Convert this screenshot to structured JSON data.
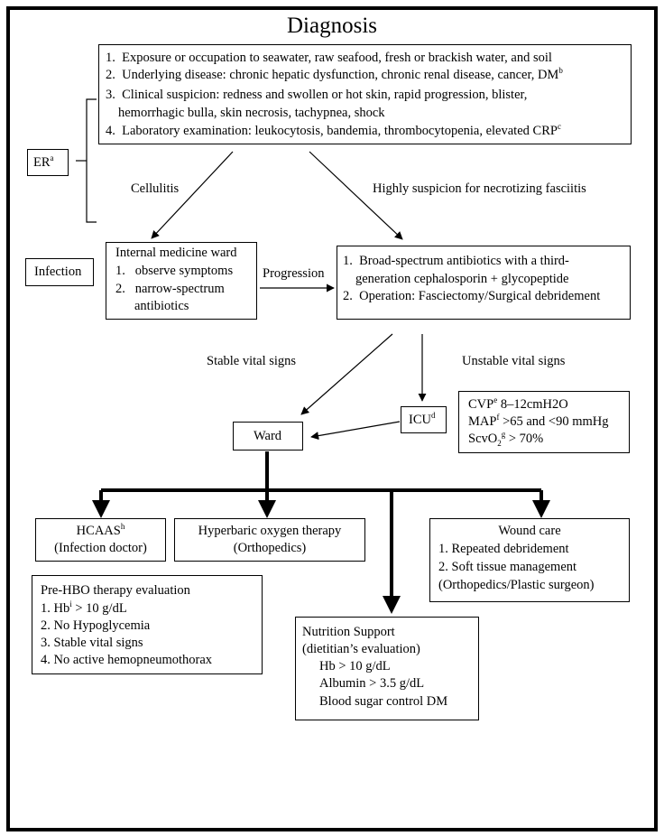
{
  "title": "Diagnosis",
  "er": {
    "label": "ER",
    "sup": "a"
  },
  "criteria": {
    "items": [
      {
        "num": "1.",
        "text": "Exposure or occupation to seawater, raw seafood, fresh or brackish water, and soil"
      },
      {
        "num": "2.",
        "text": "Underlying disease: chronic hepatic dysfunction, chronic renal disease, cancer, DM",
        "sup": "b"
      },
      {
        "num": "3.",
        "text": "Clinical suspicion: redness and swollen or hot skin, rapid progression, blister,",
        "cont": "hemorrhagic bulla, skin necrosis, tachypnea, shock"
      },
      {
        "num": "4.",
        "text": "Laboratory examination: leukocytosis, bandemia, thrombocytopenia, elevated CRP",
        "sup": "c"
      }
    ]
  },
  "edges": {
    "cellulitis": "Cellulitis",
    "suspicion": "Highly suspicion for necrotizing fasciitis",
    "progression": "Progression",
    "stable": "Stable vital signs",
    "unstable": "Unstable vital signs"
  },
  "infection": "Infection",
  "internal_ward": {
    "title": "Internal medicine ward",
    "items": [
      {
        "num": "1.",
        "text": "observe symptoms"
      },
      {
        "num": "2.",
        "text": "narrow-spectrum",
        "cont": "antibiotics"
      }
    ]
  },
  "treatment": {
    "items": [
      {
        "num": "1.",
        "text": "Broad-spectrum antibiotics with a third-",
        "cont": "generation cephalosporin + glycopeptide"
      },
      {
        "num": "2.",
        "text": "Operation: Fasciectomy/Surgical debridement"
      }
    ]
  },
  "icu": {
    "label": "ICU",
    "sup": "d"
  },
  "icu_targets": {
    "cvp": {
      "label": "CVP",
      "sup": "e",
      "text": " 8–12cmH2O"
    },
    "map": {
      "label": "MAP",
      "sup": "f",
      "text": " >65 and <90 mmHg"
    },
    "scvo2": {
      "label": "ScvO",
      "sub": "2",
      "sup": "g",
      "text": " > 70%"
    }
  },
  "ward": "Ward",
  "hcaas": {
    "label": "HCAAS",
    "sup": "h",
    "line2": "(Infection doctor)"
  },
  "hbo": {
    "line1": "Hyperbaric oxygen therapy",
    "line2": "(Orthopedics)"
  },
  "wound": {
    "title": "Wound care",
    "items": [
      "1. Repeated debridement",
      "2. Soft tissue management"
    ],
    "line4": "(Orthopedics/Plastic surgeon)"
  },
  "prehbo": {
    "title": "Pre-HBO therapy evaluation",
    "item1": {
      "pre": "1.  Hb",
      "sup": "i",
      "post": " > 10 g/dL"
    },
    "items": [
      "2.  No Hypoglycemia",
      "3.  Stable vital signs",
      "4.  No active hemopneumothorax"
    ]
  },
  "nutrition": {
    "title": "Nutrition Support",
    "subtitle": "(dietitian’s evaluation)",
    "items": [
      "Hb > 10 g/dL",
      "Albumin > 3.5 g/dL",
      "Blood sugar control DM"
    ]
  }
}
